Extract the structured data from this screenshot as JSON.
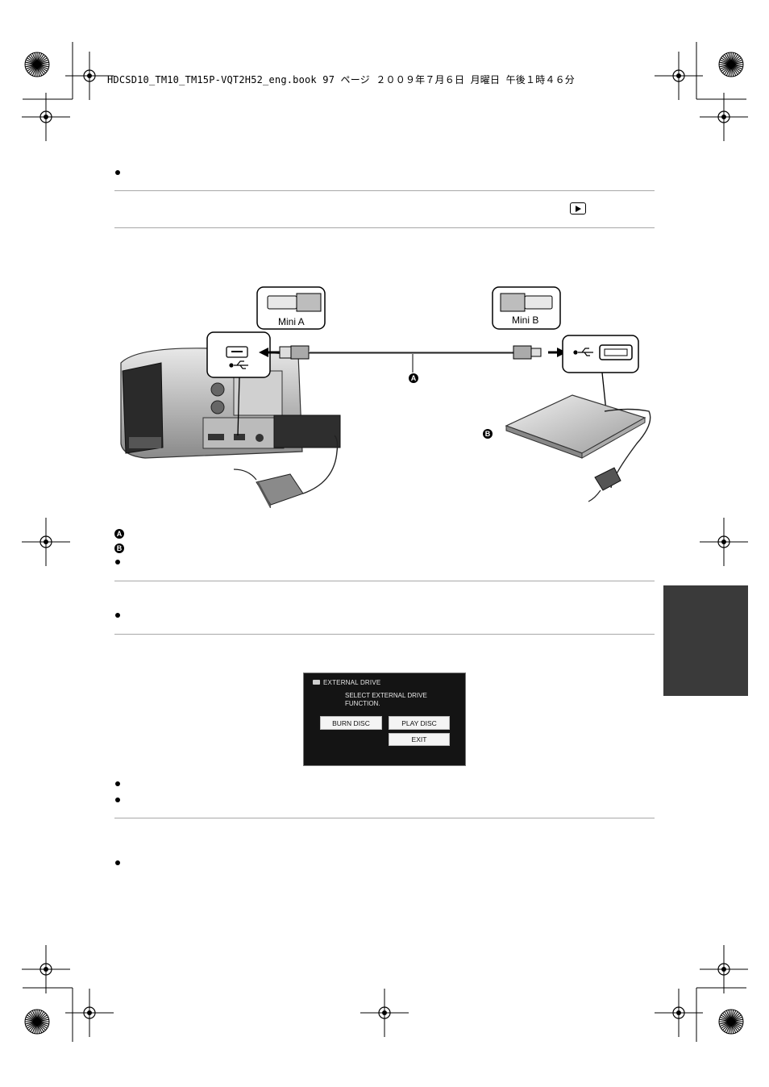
{
  "header": {
    "line": "HDCSD10_TM10_TM15P-VQT2H52_eng.book  97 ページ  ２００９年７月６日  月曜日  午後１時４６分"
  },
  "diagram": {
    "mini_a_label": "Mini A",
    "mini_b_label": "Mini B",
    "label_a": "A",
    "label_b": "B"
  },
  "legend": {
    "a": "A",
    "b": "B"
  },
  "screen": {
    "title": "EXTERNAL DRIVE",
    "message_line1": "SELECT EXTERNAL DRIVE",
    "message_line2": "FUNCTION.",
    "burn_disc": "BURN DISC",
    "play_disc": "PLAY DISC",
    "exit": "EXIT"
  },
  "icons": {
    "playback": "play-mode-icon",
    "usb": "usb-icon"
  }
}
